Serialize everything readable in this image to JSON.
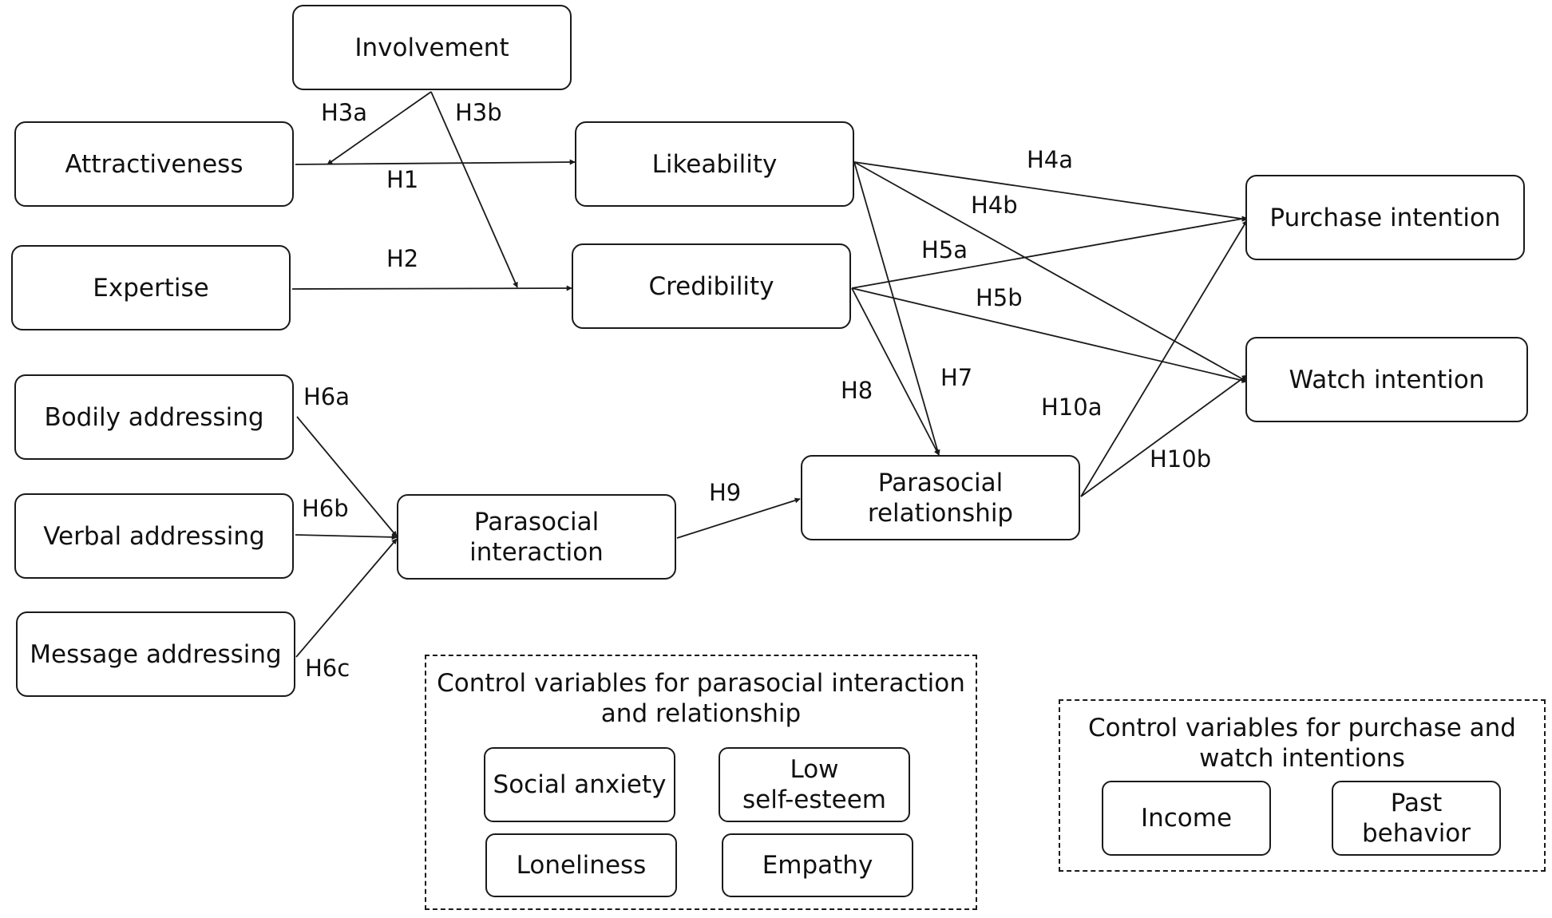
{
  "nodes": {
    "involvement": "Involvement",
    "attractiveness": "Attractiveness",
    "expertise": "Expertise",
    "likeability": "Likeability",
    "credibility": "Credibility",
    "purchase_intention": "Purchase intention",
    "watch_intention": "Watch intention",
    "bodily_addressing": "Bodily addressing",
    "verbal_addressing": "Verbal addressing",
    "message_addressing": "Message addressing",
    "parasocial_interaction": "Parasocial\ninteraction",
    "parasocial_relationship": "Parasocial\nrelationship"
  },
  "hypotheses": {
    "h1": "H1",
    "h2": "H2",
    "h3a": "H3a",
    "h3b": "H3b",
    "h4a": "H4a",
    "h4b": "H4b",
    "h5a": "H5a",
    "h5b": "H5b",
    "h6a": "H6a",
    "h6b": "H6b",
    "h6c": "H6c",
    "h7": "H7",
    "h8": "H8",
    "h9": "H9",
    "h10a": "H10a",
    "h10b": "H10b"
  },
  "controls_parasocial": {
    "title": "Control variables for parasocial interaction\nand relationship",
    "social_anxiety": "Social anxiety",
    "low_self_esteem": "Low\nself-esteem",
    "loneliness": "Loneliness",
    "empathy": "Empathy"
  },
  "controls_intentions": {
    "title": "Control variables for purchase and\nwatch intentions",
    "income": "Income",
    "past_behavior": "Past\nbehavior"
  },
  "colors": {
    "stroke": "#1a1a1a",
    "background": "#ffffff"
  }
}
